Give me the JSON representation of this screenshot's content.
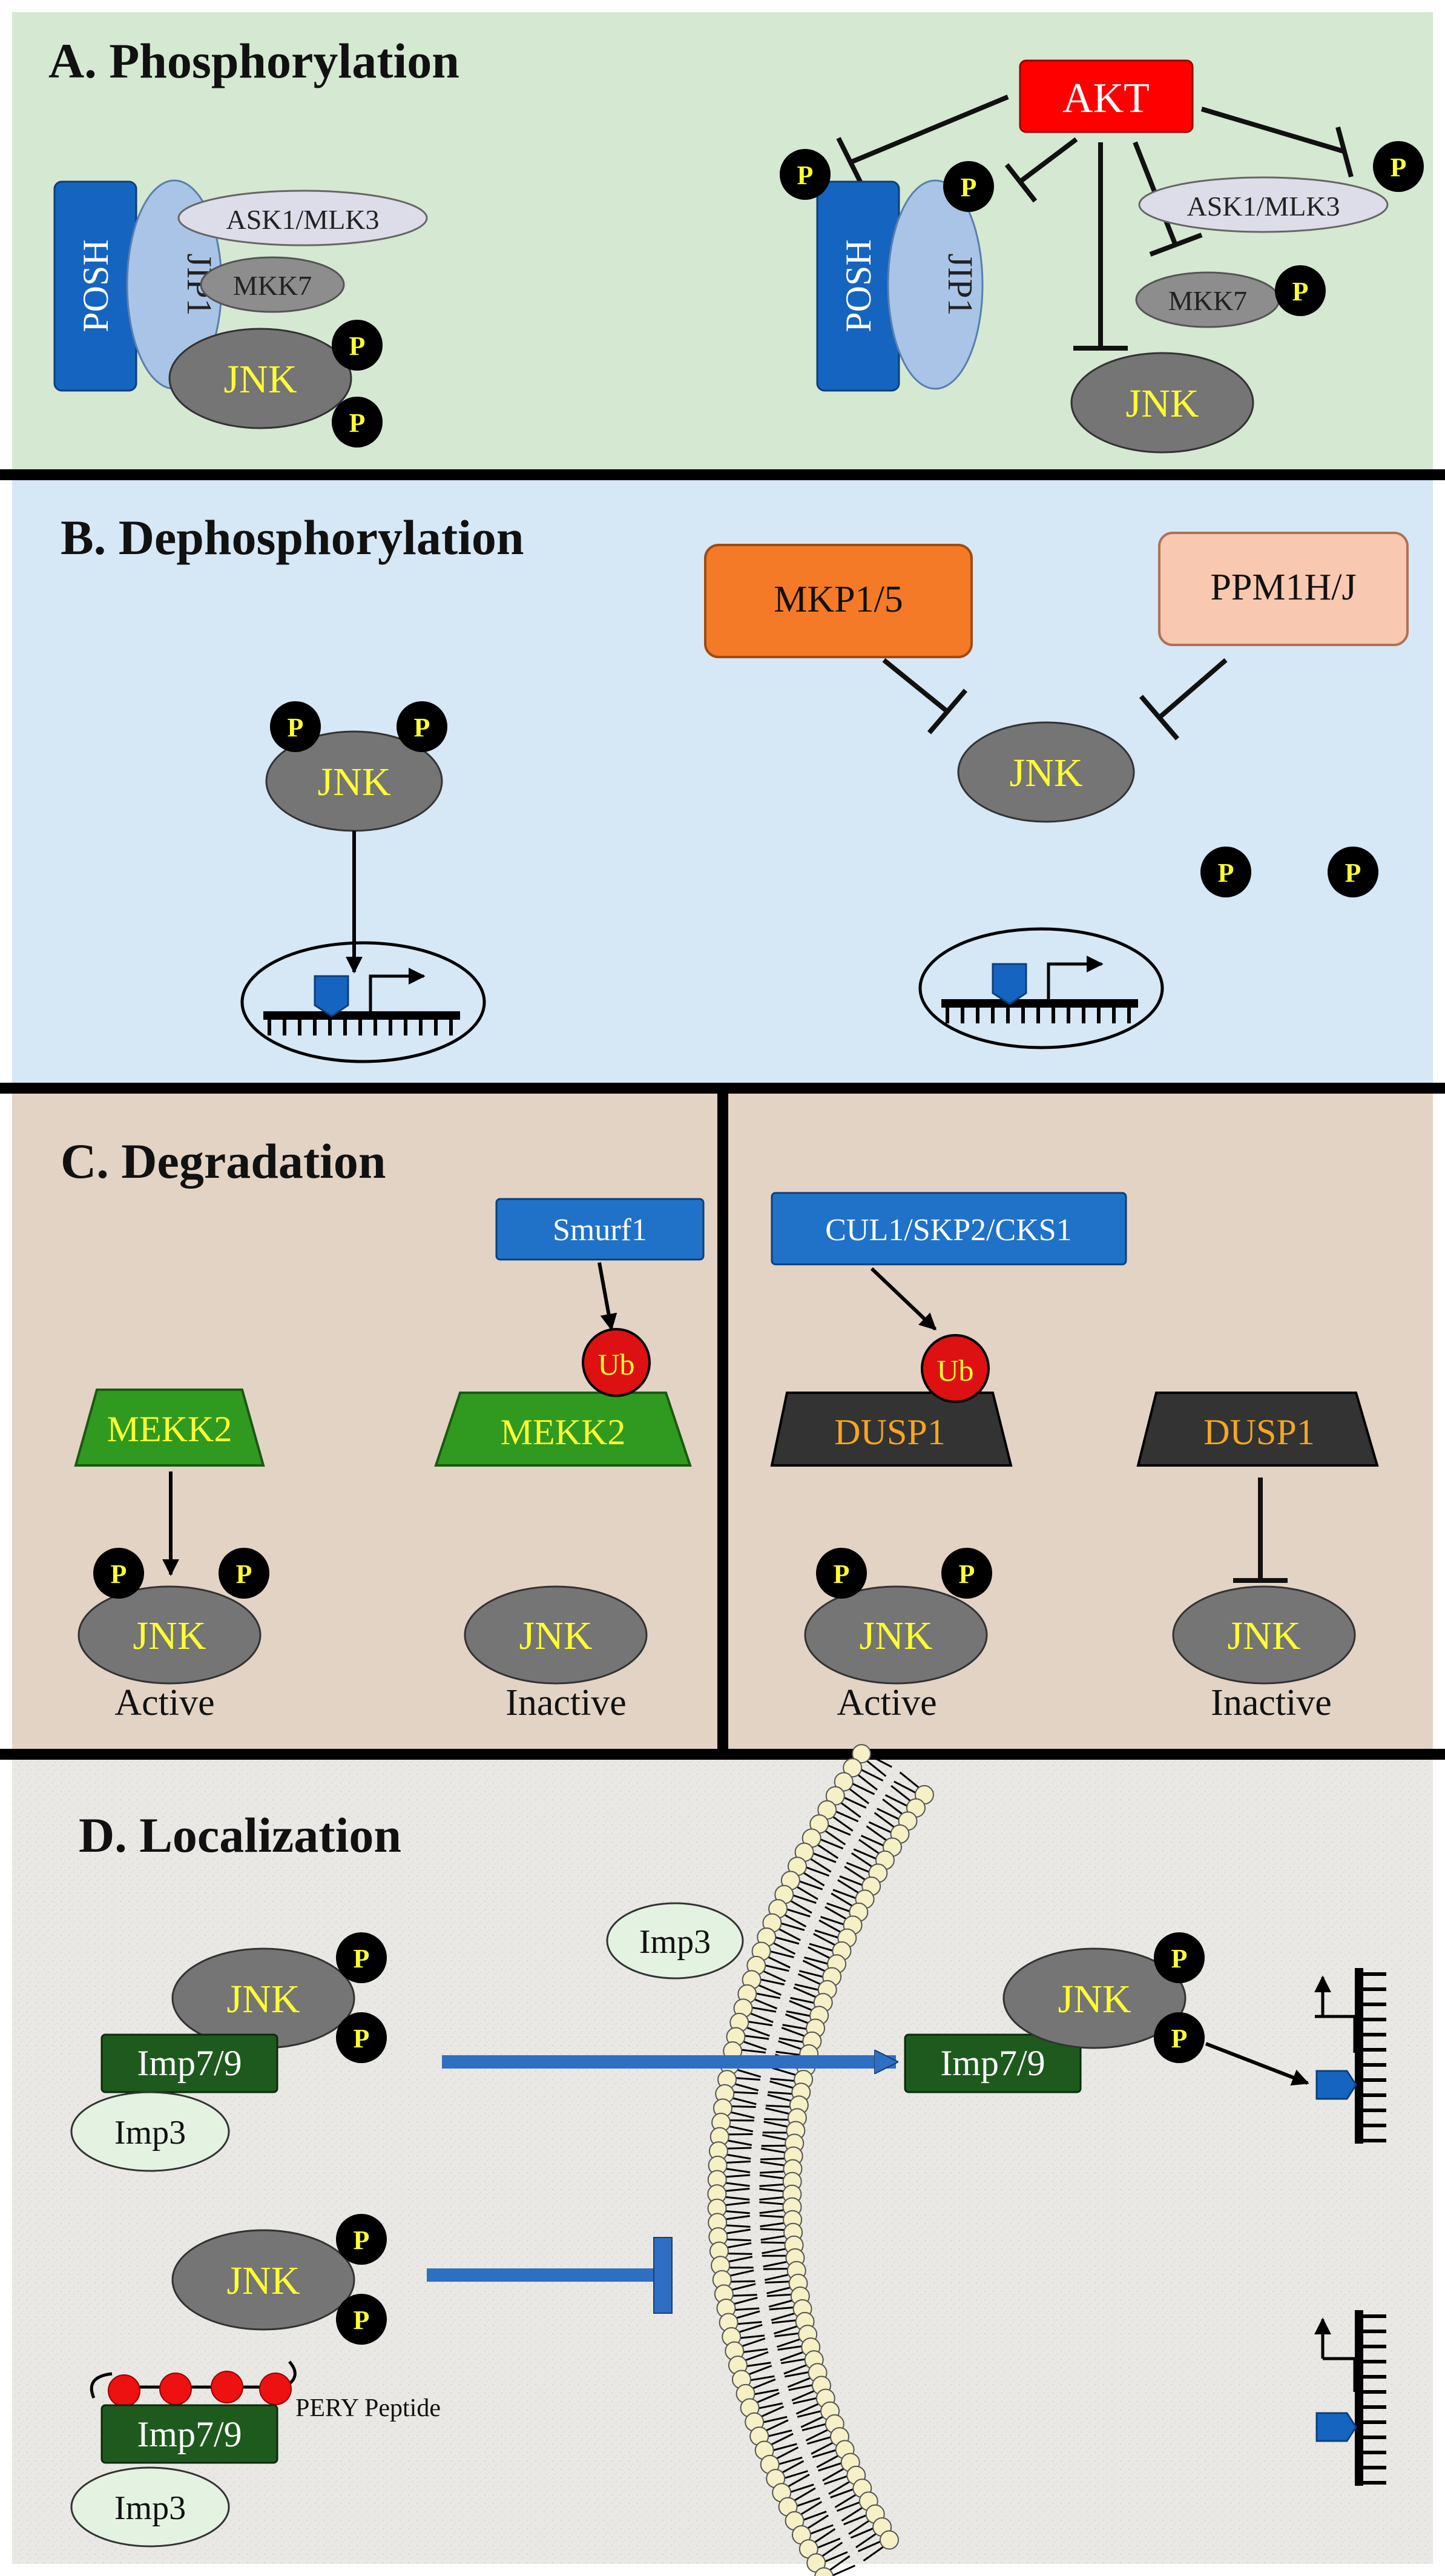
{
  "panels": {
    "a": {
      "title": "A. Phosphorylation"
    },
    "b": {
      "title": "B. Dephosphorylation"
    },
    "c": {
      "title": "C. Degradation"
    },
    "d": {
      "title": "D. Localization"
    }
  },
  "labels": {
    "posh": "POSH",
    "jip1": "JIP1",
    "ask1_mlk3": "ASK1/MLK3",
    "mkk7": "MKK7",
    "jnk": "JNK",
    "p": "P",
    "akt": "AKT",
    "mkp15": "MKP1/5",
    "ppm1hj": "PPM1H/J",
    "smurf1": "Smurf1",
    "ub": "Ub",
    "mekk2": "MEKK2",
    "cul1_skp2_cks1": "CUL1/SKP2/CKS1",
    "dusp1": "DUSP1",
    "active": "Active",
    "inactive": "Inactive",
    "imp3": "Imp3",
    "imp79": "Imp7/9",
    "pery_peptide": "PERY Peptide"
  },
  "colors": {
    "panel_a_bg": "#d5e8d2",
    "panel_b_bg": "#d6e7f6",
    "panel_c_bg": "#e3d3c5",
    "panel_d_bg": "#e9e8e4",
    "jnk_fill": "#757575",
    "jnk_text": "#ffff33",
    "p_text": "#ffff33",
    "posh_blue": "#1565c0",
    "jip1_blue": "#a9c4e6",
    "akt_red": "#ff0000",
    "mkp_orange": "#f47a28",
    "ppm_peach": "#f9c8b0",
    "mekk2_green": "#2f9a1f",
    "dusp1_dark": "#333333",
    "dusp1_text": "#f5a623",
    "imp79_green": "#1e5a1e",
    "imp3_fill": "#e4f2e2",
    "ub_red": "#dd1111",
    "arrow_blue": "#2f6fc3",
    "lipid_head": "#f5f0c6"
  }
}
